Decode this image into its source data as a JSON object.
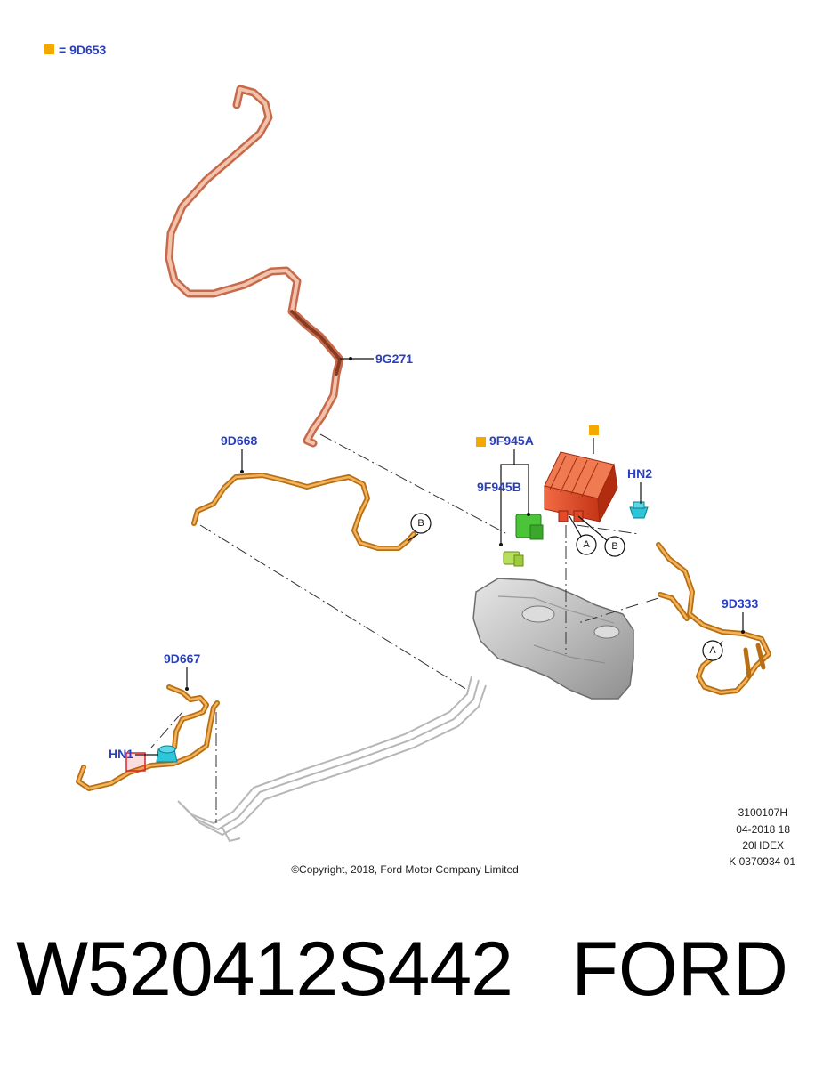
{
  "legend": {
    "swatch_color": "#f5a800",
    "text": "= 9D653"
  },
  "labels": {
    "l9G271": "9G271",
    "l9D668": "9D668",
    "l9F945A": "9F945A",
    "l9F945B": "9F945B",
    "lHN2": "HN2",
    "l9D333": "9D333",
    "l9D667": "9D667",
    "lHN1": "HN1"
  },
  "callouts": {
    "a": "A",
    "b": "B"
  },
  "metadata": {
    "line1": "3100107H",
    "line2": "04-2018 18",
    "line3": "20HDEX",
    "line4": "K 0370934 01"
  },
  "copyright": "©Copyright, 2018, Ford Motor Company Limited",
  "caption": {
    "part_number": "W520412S442",
    "brand": "FORD"
  },
  "colors": {
    "label_blue": "#2a3fbf",
    "pipe_copper": "#d98a6a",
    "pipe_orange": "#d4871f",
    "canister_red": "#e5492a",
    "valve_green": "#4cc43a",
    "clip_cyan": "#2ec5d8",
    "tank_gray": "#c8c8c8",
    "highlight_red": "#e0202a"
  }
}
